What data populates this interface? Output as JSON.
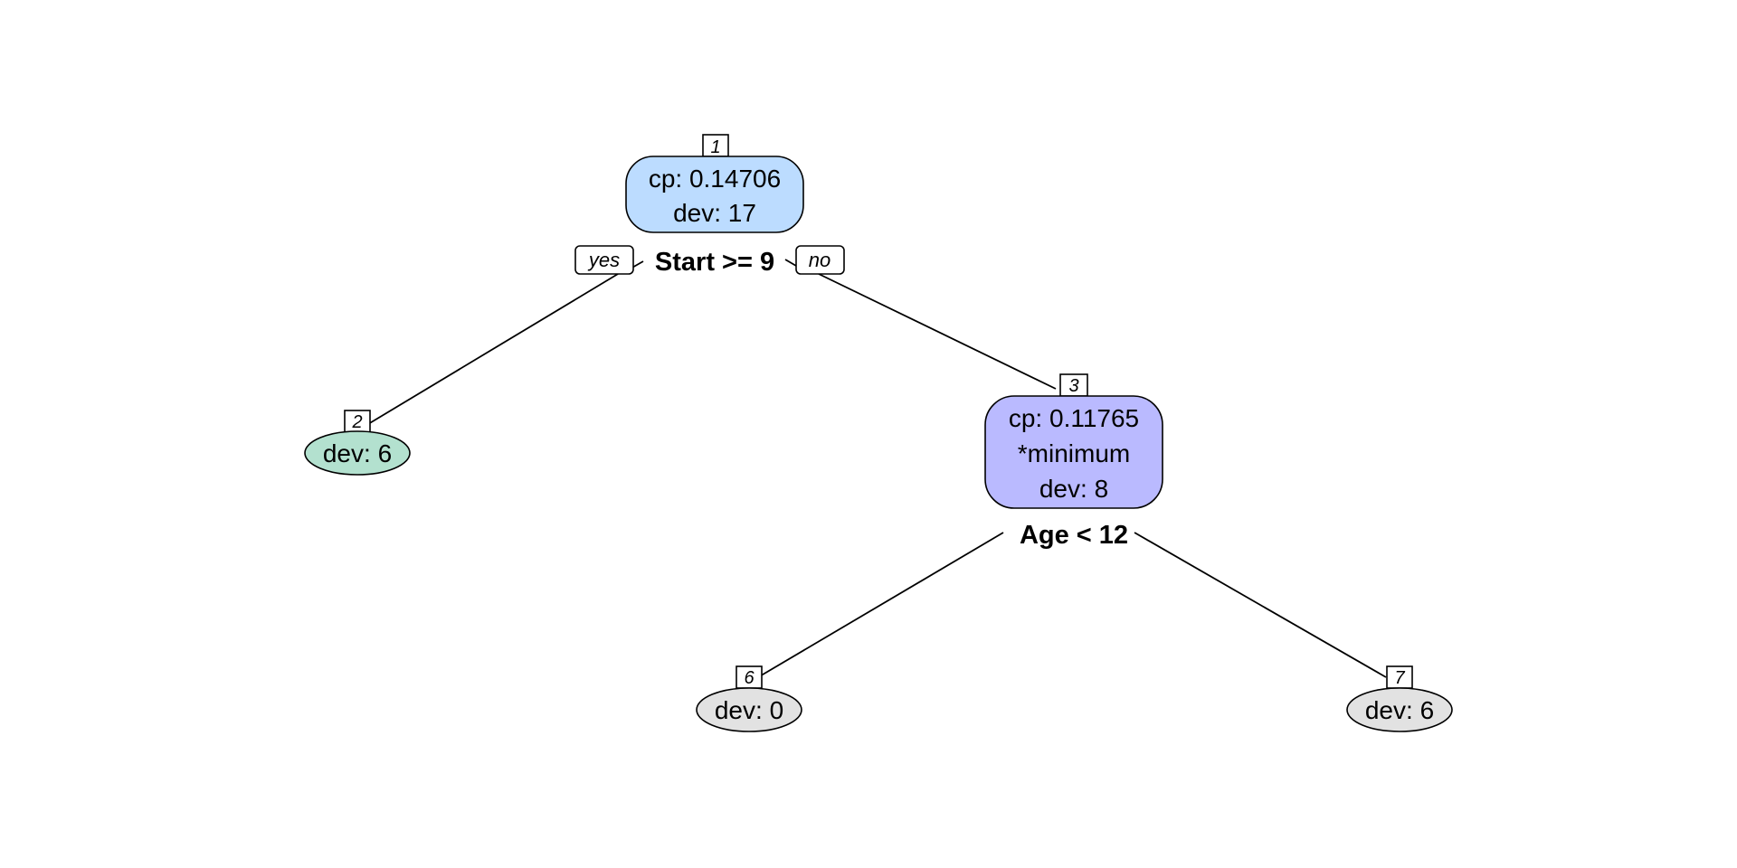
{
  "tree": {
    "nodes": {
      "n1": {
        "id": "1",
        "lines": [
          "cp: 0.14706",
          "dev: 17"
        ],
        "fill": "#bcdcff"
      },
      "n2": {
        "id": "2",
        "lines": [
          "dev: 6"
        ],
        "fill": "#b3e1cf"
      },
      "n3": {
        "id": "3",
        "lines": [
          "cp: 0.11765",
          "*minimum",
          "dev: 8"
        ],
        "fill": "#babaff"
      },
      "n6": {
        "id": "6",
        "lines": [
          "dev: 0"
        ],
        "fill": "#e2e2e2"
      },
      "n7": {
        "id": "7",
        "lines": [
          "dev: 6"
        ],
        "fill": "#e2e2e2"
      }
    },
    "splits": {
      "s1": "Start >= 9",
      "s3": "Age < 12"
    },
    "edge_labels": {
      "yes": "yes",
      "no": "no"
    }
  }
}
